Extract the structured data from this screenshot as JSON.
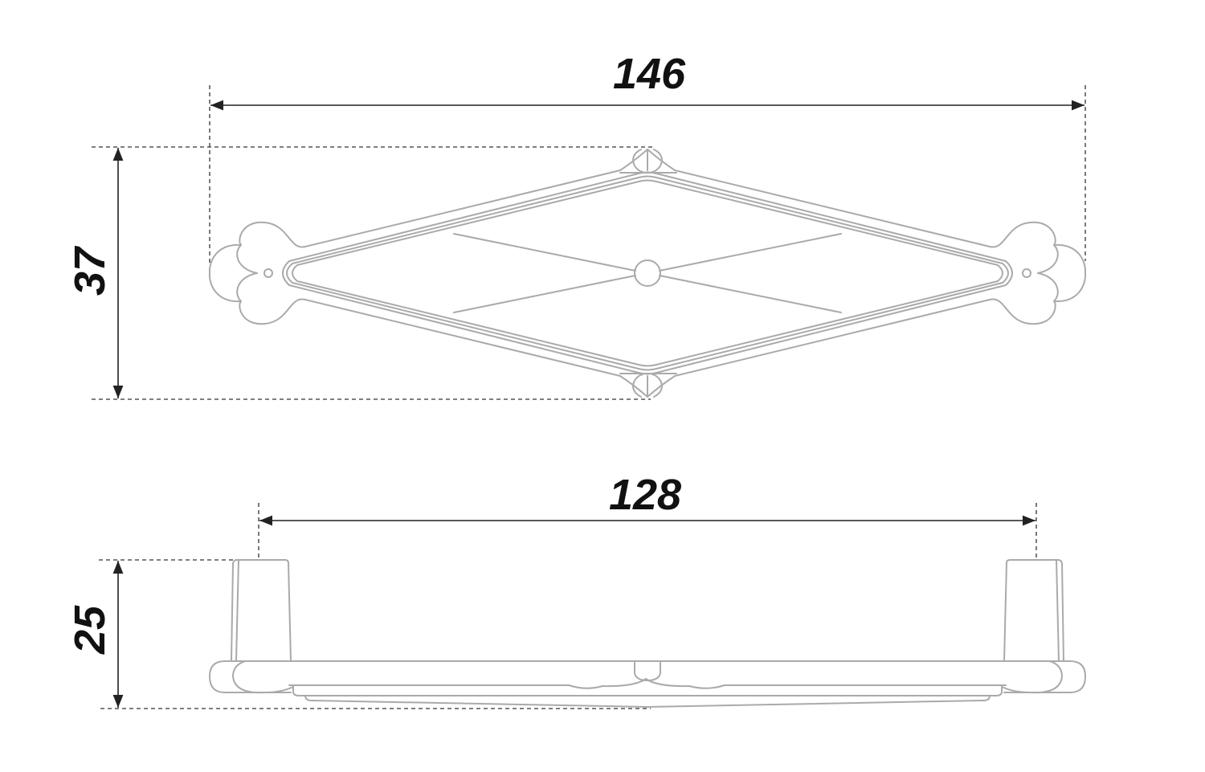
{
  "dimensions": {
    "overall_length": "146",
    "overall_width": "37",
    "hole_spacing": "128",
    "height": "25"
  },
  "colors": {
    "part_outline": "#aaaaaa",
    "dimension": "#222222"
  }
}
